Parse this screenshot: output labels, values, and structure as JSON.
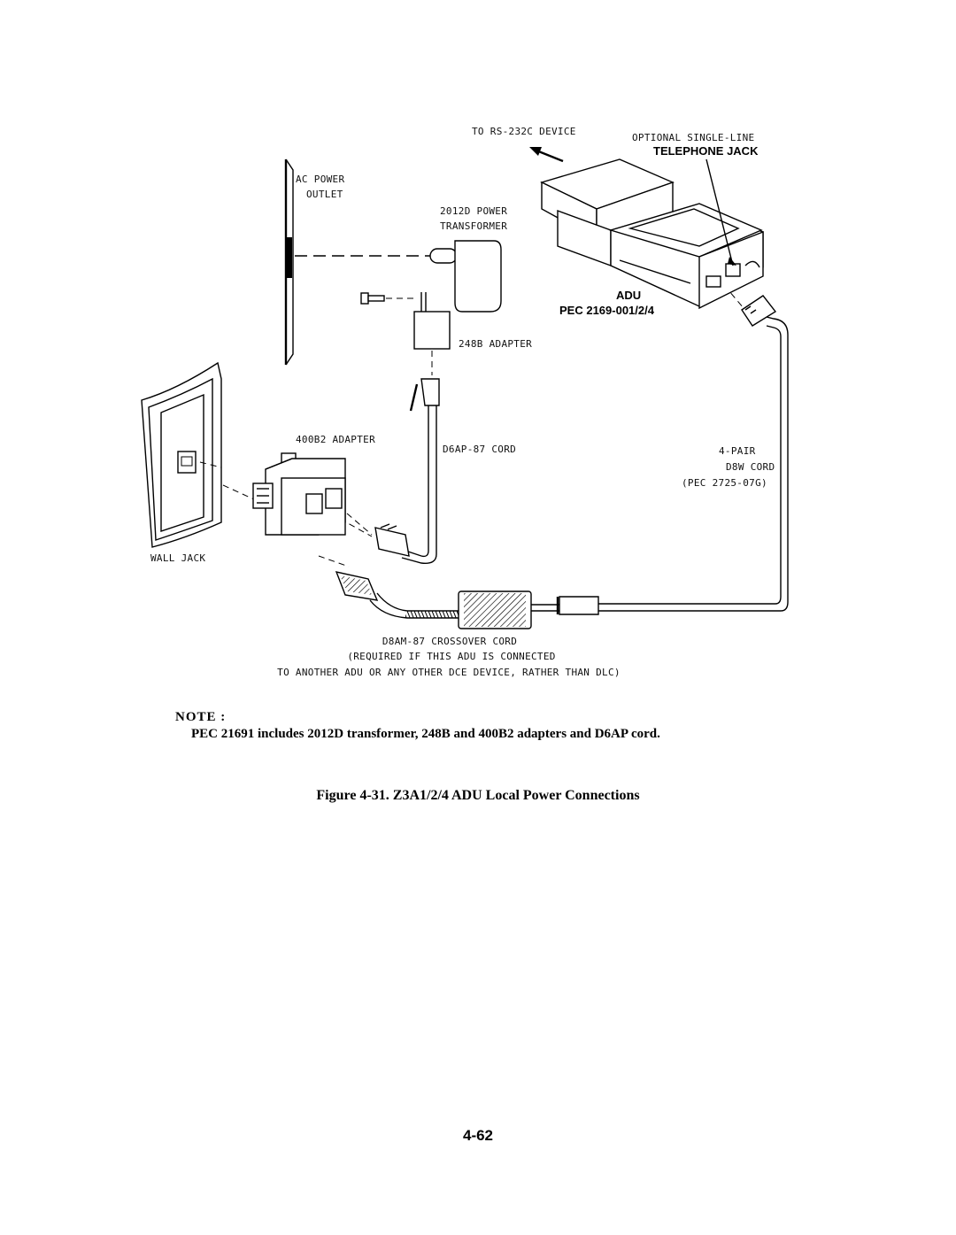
{
  "diagram": {
    "labels": {
      "to_rs232c": "TO RS-232C DEVICE",
      "optional_single_line": "OPTIONAL SINGLE-LINE",
      "telephone_jack": "TELEPHONE JACK",
      "ac_power": "AC POWER",
      "outlet": "OUTLET",
      "transformer_l1": "2012D POWER",
      "transformer_l2": "TRANSFORMER",
      "adu": "ADU",
      "adu_pec": "PEC 2169-001/2/4",
      "adapter_248b": "248B ADAPTER",
      "adapter_400b2": "400B2 ADAPTER",
      "d6ap_cord": "D6AP-87 CORD",
      "four_pair": "4-PAIR",
      "d8w_cord": "D8W CORD",
      "d8w_pec": "(PEC 2725-07G)",
      "wall_jack": "WALL JACK",
      "crossover_l1": "D8AM-87 CROSSOVER CORD",
      "crossover_l2": "(REQUIRED IF THIS ADU IS CONNECTED",
      "crossover_l3": "TO ANOTHER ADU OR ANY OTHER DCE DEVICE, RATHER THAN DLC)"
    }
  },
  "note": {
    "title": "NOTE :",
    "body": "PEC 21691 includes 2012D transformer, 248B and 400B2 adapters and D6AP cord."
  },
  "caption": "Figure 4-31. Z3A1/2/4 ADU Local Power Connections",
  "page_number": "4-62"
}
